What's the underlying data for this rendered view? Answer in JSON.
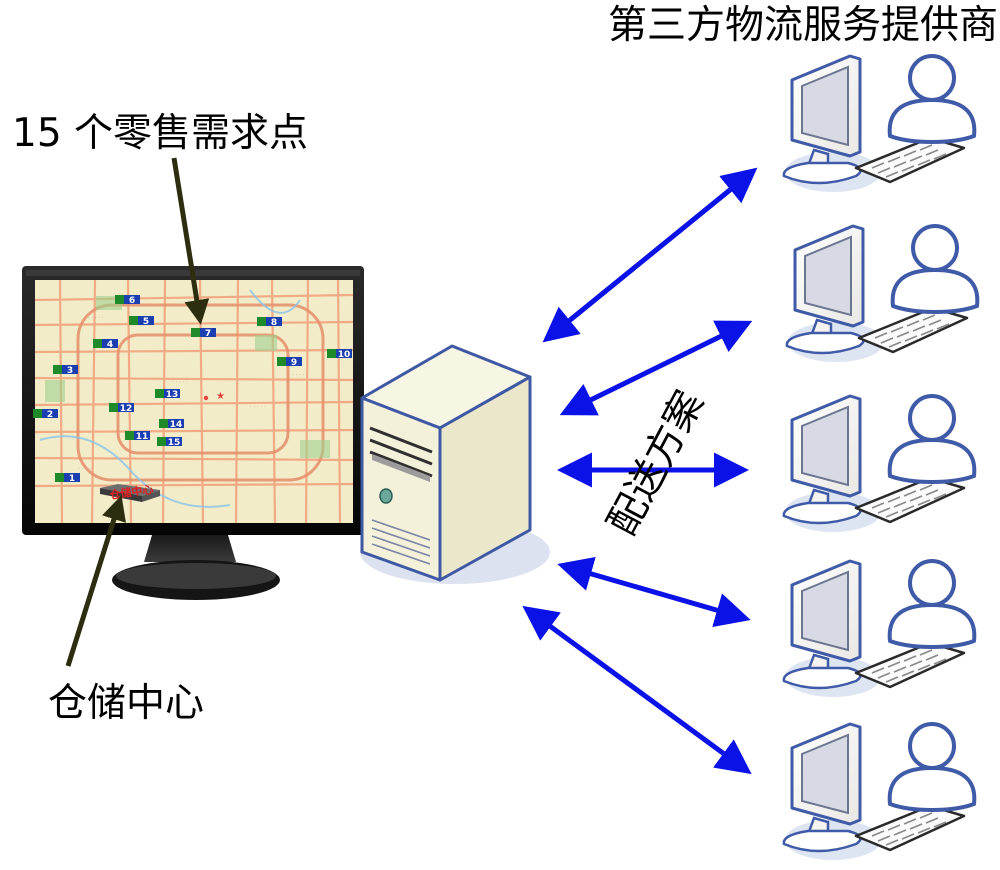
{
  "labels": {
    "providers": "第三方物流服务提供商",
    "demand_points": "15 个零售需求点",
    "warehouse": "仓储中心",
    "delivery_plan": "配送方案"
  },
  "map": {
    "markers": [
      "1",
      "2",
      "3",
      "4",
      "5",
      "6",
      "7",
      "8",
      "9",
      "10",
      "11",
      "12",
      "13",
      "14",
      "15"
    ],
    "warehouse_label": "仓储中心"
  },
  "colors": {
    "arrow": "#0a12e8",
    "pointer": "#2d2d10",
    "monitor_frame": "#0f0f0f",
    "server_body": "#f3f1da",
    "map_bg": "#f3ecc9",
    "road": "#f2a37d",
    "marker_green": "#1f8a2a",
    "marker_blue": "#1b3fb0"
  },
  "icons": [
    "monitor-icon",
    "server-icon",
    "workstation-icon",
    "user-icon",
    "keyboard-icon"
  ]
}
